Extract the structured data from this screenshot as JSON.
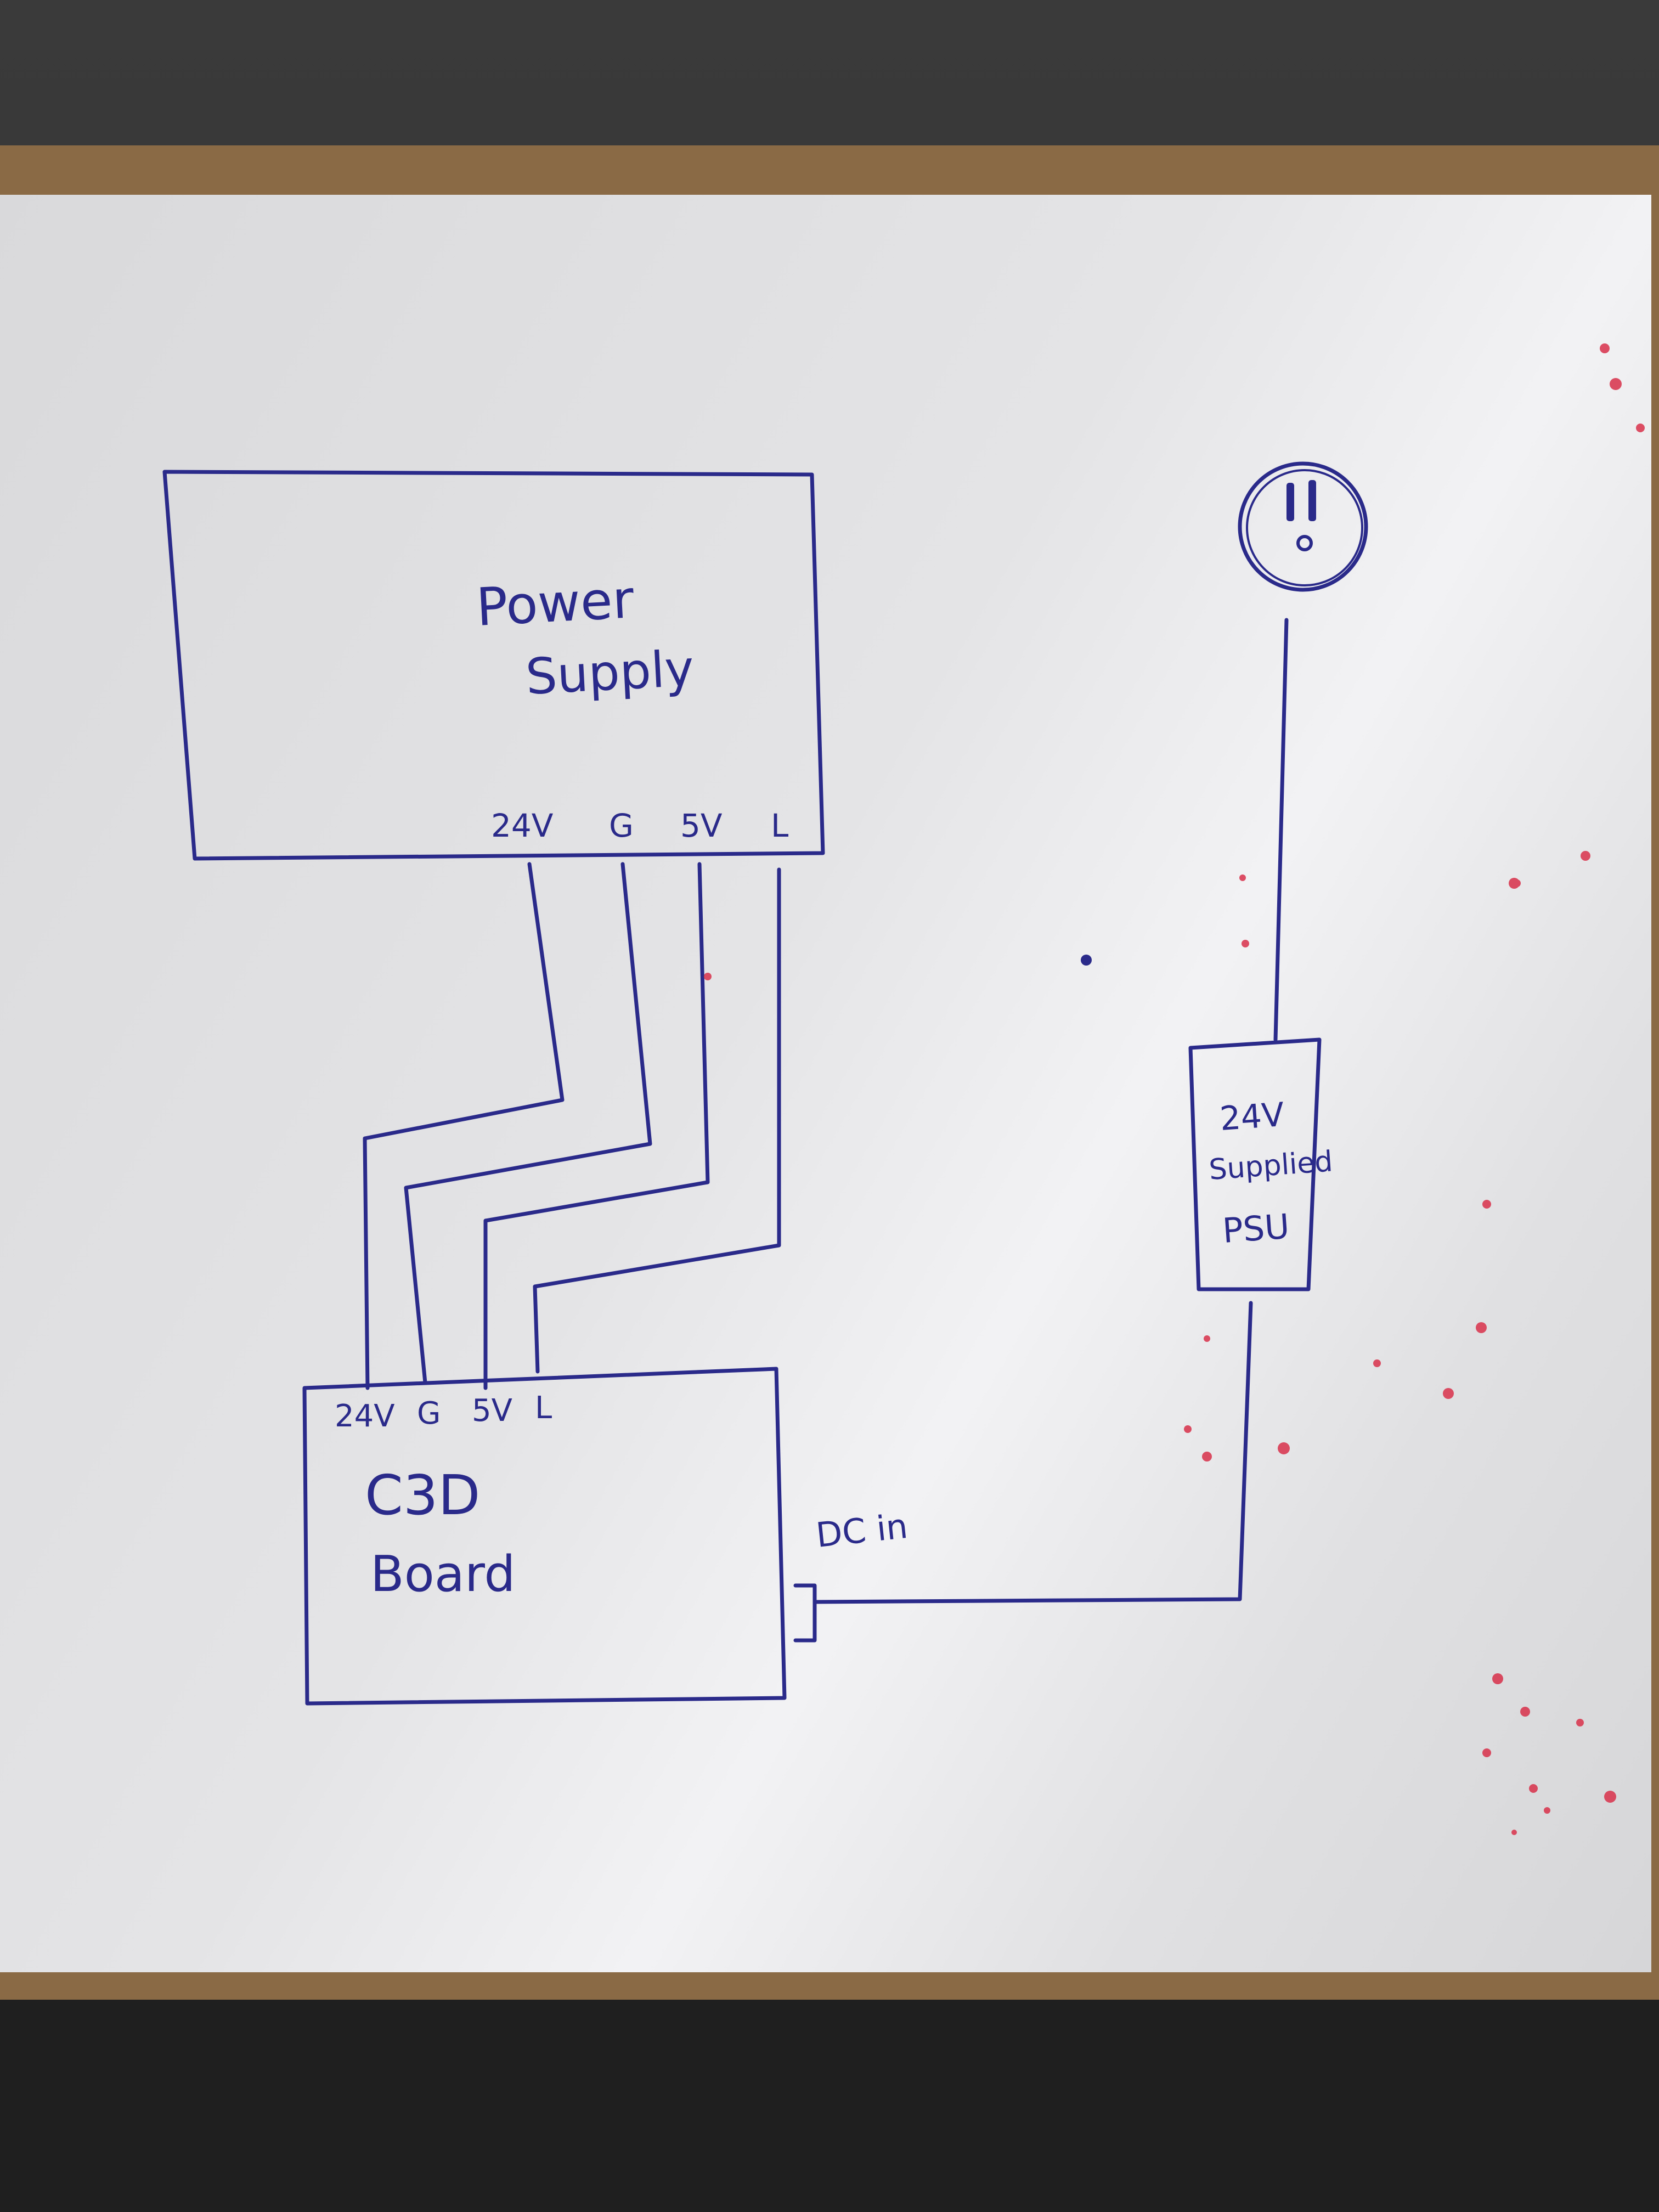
{
  "power_supply": {
    "label_line1": "Power",
    "label_line2": "Supply",
    "terminals": [
      "24V",
      "G",
      "5V",
      "L"
    ]
  },
  "c3d_board": {
    "label_line1": "C3D",
    "label_line2": "Board",
    "terminals": [
      "24V",
      "G",
      "5V",
      "L"
    ],
    "dc_in_label": "DC in"
  },
  "psu_24v": {
    "label_line1": "24V",
    "label_line2": "Supplied",
    "label_line3": "PSU"
  },
  "outlet": {
    "symbol": "outlet"
  },
  "colors": {
    "ink": "#2a2a8a",
    "paper": "#e6e6e8",
    "board": "#8a6a45",
    "splatter": "#d8304a"
  }
}
